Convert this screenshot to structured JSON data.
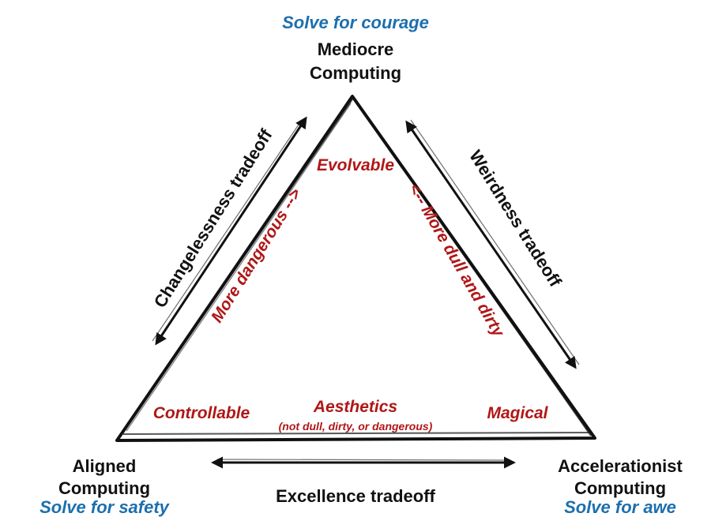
{
  "vertices": {
    "top": {
      "caption": "Solve for courage",
      "name_line1": "Mediocre",
      "name_line2": "Computing"
    },
    "left": {
      "name_line1": "Aligned",
      "name_line2": "Computing",
      "caption": "Solve for safety"
    },
    "right": {
      "name_line1": "Accelerationist",
      "name_line2": "Computing",
      "caption": "Solve for awe"
    }
  },
  "tradeoffs": {
    "left_edge": "Changelessness tradeoff",
    "right_edge": "Weirdness tradeoff",
    "bottom_edge": "Excellence tradeoff"
  },
  "inner": {
    "top_corner": "Evolvable",
    "left_corner": "Controllable",
    "right_corner": "Magical",
    "center_title": "Aesthetics",
    "center_subtitle": "(not dull, dirty, or dangerous)",
    "left_side": "More dangerous -->",
    "right_side": "<-- More dull and dirty"
  },
  "colors": {
    "black": "#111111",
    "blue": "#1c6fad",
    "red": "#b01717"
  }
}
